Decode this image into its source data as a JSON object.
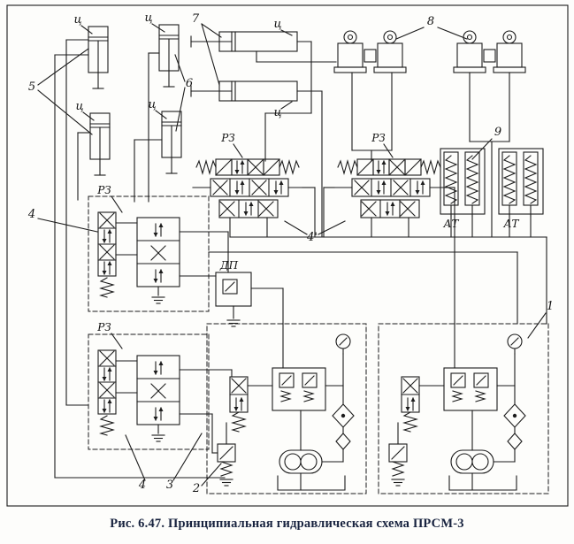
{
  "colors": {
    "ink": "#1c1c1c",
    "paper": "#fdfdfb",
    "caption": "#18233f"
  },
  "caption": "Рис. 6.47. Принципиальная гидравлическая схема ПРСМ-3",
  "labels": {
    "cyl_a1": "ц",
    "cyl_a2": "ц",
    "cyl_b1": "ц",
    "cyl_b2": "ц",
    "cyl_h1": "ц",
    "cyl_h2": "ц",
    "n1": "1",
    "n2": "2",
    "n3": "3",
    "n4_upper": "4",
    "n4_lower": "4",
    "n4_prime": "4'",
    "n5": "5",
    "n6": "6",
    "n7": "7",
    "n8": "8",
    "n9": "9",
    "rz_upper_left": "РЗ",
    "rz_center_left": "РЗ",
    "rz_center_right": "РЗ",
    "rz_lower_left": "РЗ",
    "at_left": "АТ",
    "at_right": "АТ",
    "dp": "ДП"
  }
}
